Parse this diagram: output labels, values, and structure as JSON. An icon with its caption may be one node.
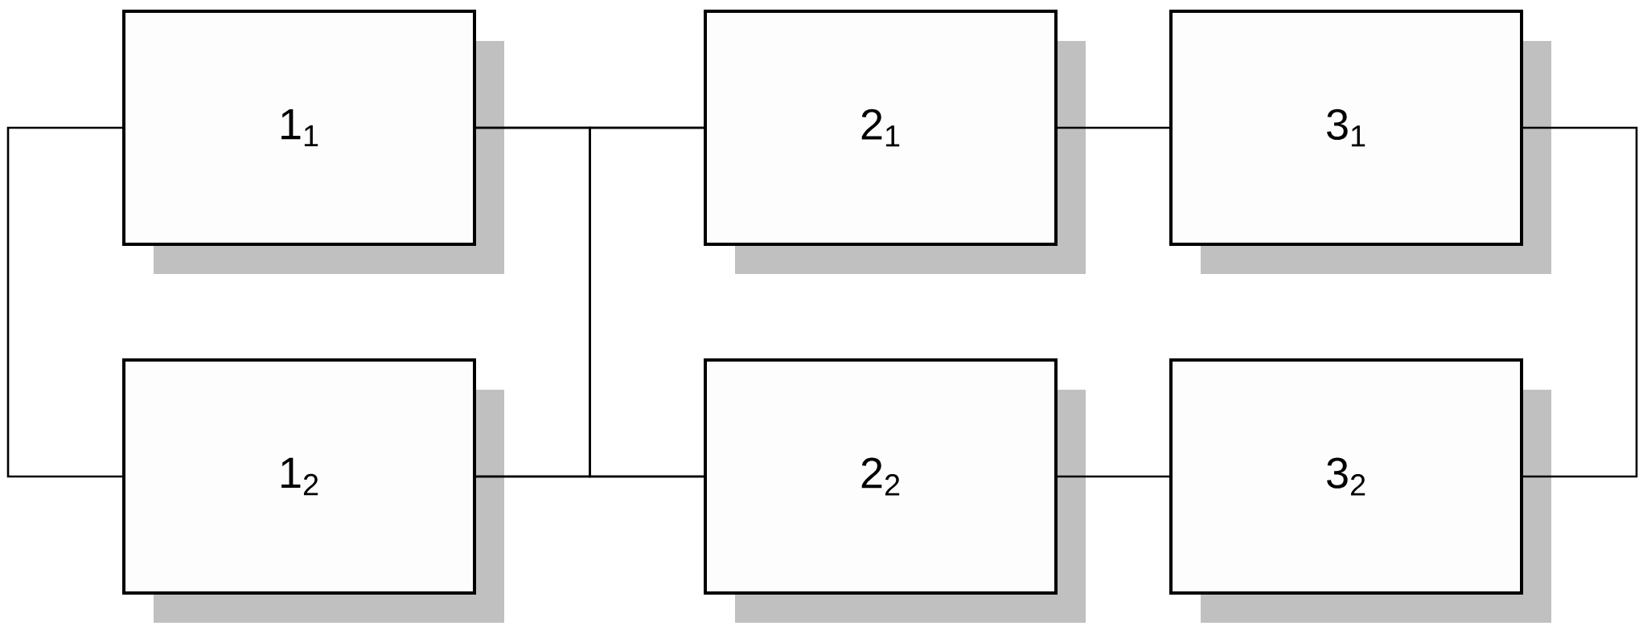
{
  "diagram": {
    "nodes": [
      {
        "text": [
          "1$_{1}$"
        ]
      },
      {
        "text": [
          "1$_{2}$"
        ]
      },
      {
        "text": [
          "2$_{1}$"
        ]
      },
      {
        "text": [
          "2$_{2}$"
        ]
      },
      {
        "text": [
          "3$_{1}$"
        ]
      },
      {
        "text": [
          "3$_{2}$"
        ]
      }
    ],
    "edges": [
      {
        "from": 0,
        "to": 1,
        "arrow": "none"
      },
      {
        "from": 0,
        "to": 2,
        "arrow": "none"
      },
      {
        "from": 0,
        "to": 3,
        "arrow": "none"
      },
      {
        "from": 1,
        "to": 2,
        "arrow": "none"
      },
      {
        "from": 1,
        "to": 3,
        "arrow": "none"
      },
      {
        "from": 2,
        "to": 4,
        "arrow": "none"
      },
      {
        "from": 3,
        "to": 5,
        "arrow": "none"
      },
      {
        "from": 4,
        "to": 5,
        "arrow": "none"
      }
    ]
  }
}
